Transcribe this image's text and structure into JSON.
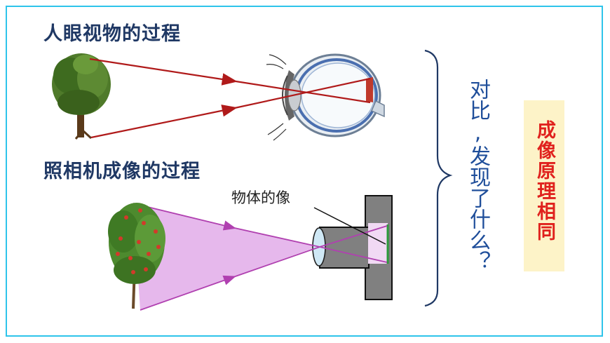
{
  "title_eye": "人眼视物的过程",
  "title_camera": "照相机成像的过程",
  "label_image": "物体的像",
  "question": "对比,发现了什么？",
  "answer": "成像原理相同",
  "colors": {
    "frame": "#2ec4ea",
    "title": "#1f3864",
    "eye_ray": "#b01a1a",
    "camera_ray": "#b040b0",
    "light_cone": "#e6b8ec",
    "question_text": "#1f4e9a",
    "answer_text": "#e0211d",
    "answer_bg": "#fdf3c8",
    "camera_body": "#7f7f7f"
  }
}
